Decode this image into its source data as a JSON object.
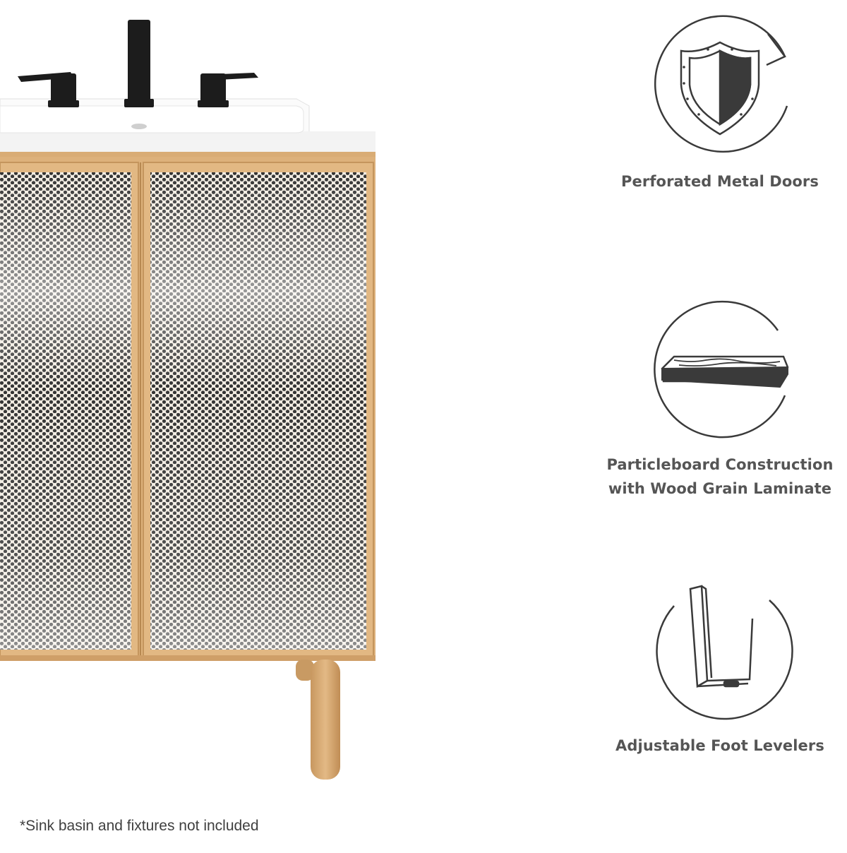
{
  "colors": {
    "frame": "#dcb07a",
    "frame_shadow": "#c0905a",
    "mesh": "#f4efe6",
    "hole": "#2e2e2e",
    "faucet": "#1c1c1c",
    "counter": "#f6f6f6",
    "icon_stroke": "#3a3a3a",
    "label": "#555555"
  },
  "features": [
    {
      "icon": "shield-icon",
      "lines": [
        "Perforated Metal Doors"
      ]
    },
    {
      "icon": "laminate-board-icon",
      "lines": [
        "Particleboard Construction",
        "with Wood Grain Laminate"
      ]
    },
    {
      "icon": "foot-leveler-icon",
      "lines": [
        "Adjustable Foot Levelers"
      ]
    }
  ],
  "note": "*Sink basin and fixtures not included"
}
